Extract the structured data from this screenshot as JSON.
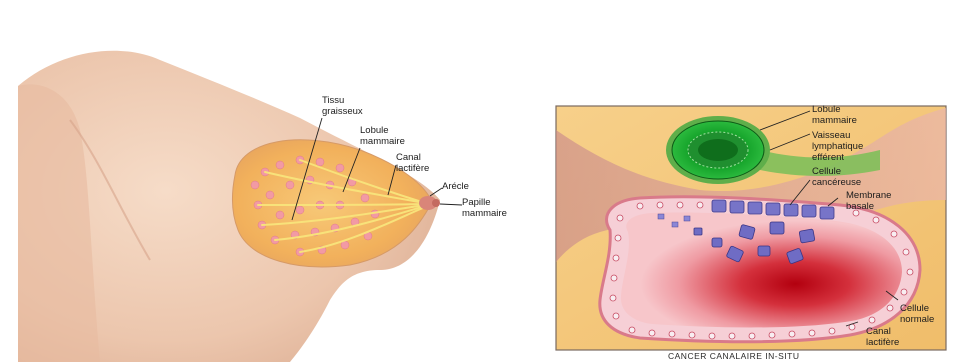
{
  "breast_labels": {
    "fat_tissue": [
      "Tissu",
      "graisseux"
    ],
    "lobule": [
      "Lobule",
      "mammaire"
    ],
    "duct": [
      "Canal",
      "lactifère"
    ],
    "areola": [
      "Arécle"
    ],
    "nipple": [
      "Papille",
      "mammaire"
    ]
  },
  "detail_labels": {
    "lobule": [
      "Lobule",
      "mammaire"
    ],
    "lymph_vessel": [
      "Vaisseau",
      "lymphatique",
      "efférent"
    ],
    "cancer_cell": [
      "Cellule",
      "cancéreuse"
    ],
    "basal_membrane": [
      "Membrane",
      "basale"
    ],
    "normal_cell": [
      "Cellule",
      "normale"
    ],
    "duct": [
      "Canal",
      "lactifère"
    ]
  },
  "caption": "CANCER CANALAIRE IN-SITU"
}
